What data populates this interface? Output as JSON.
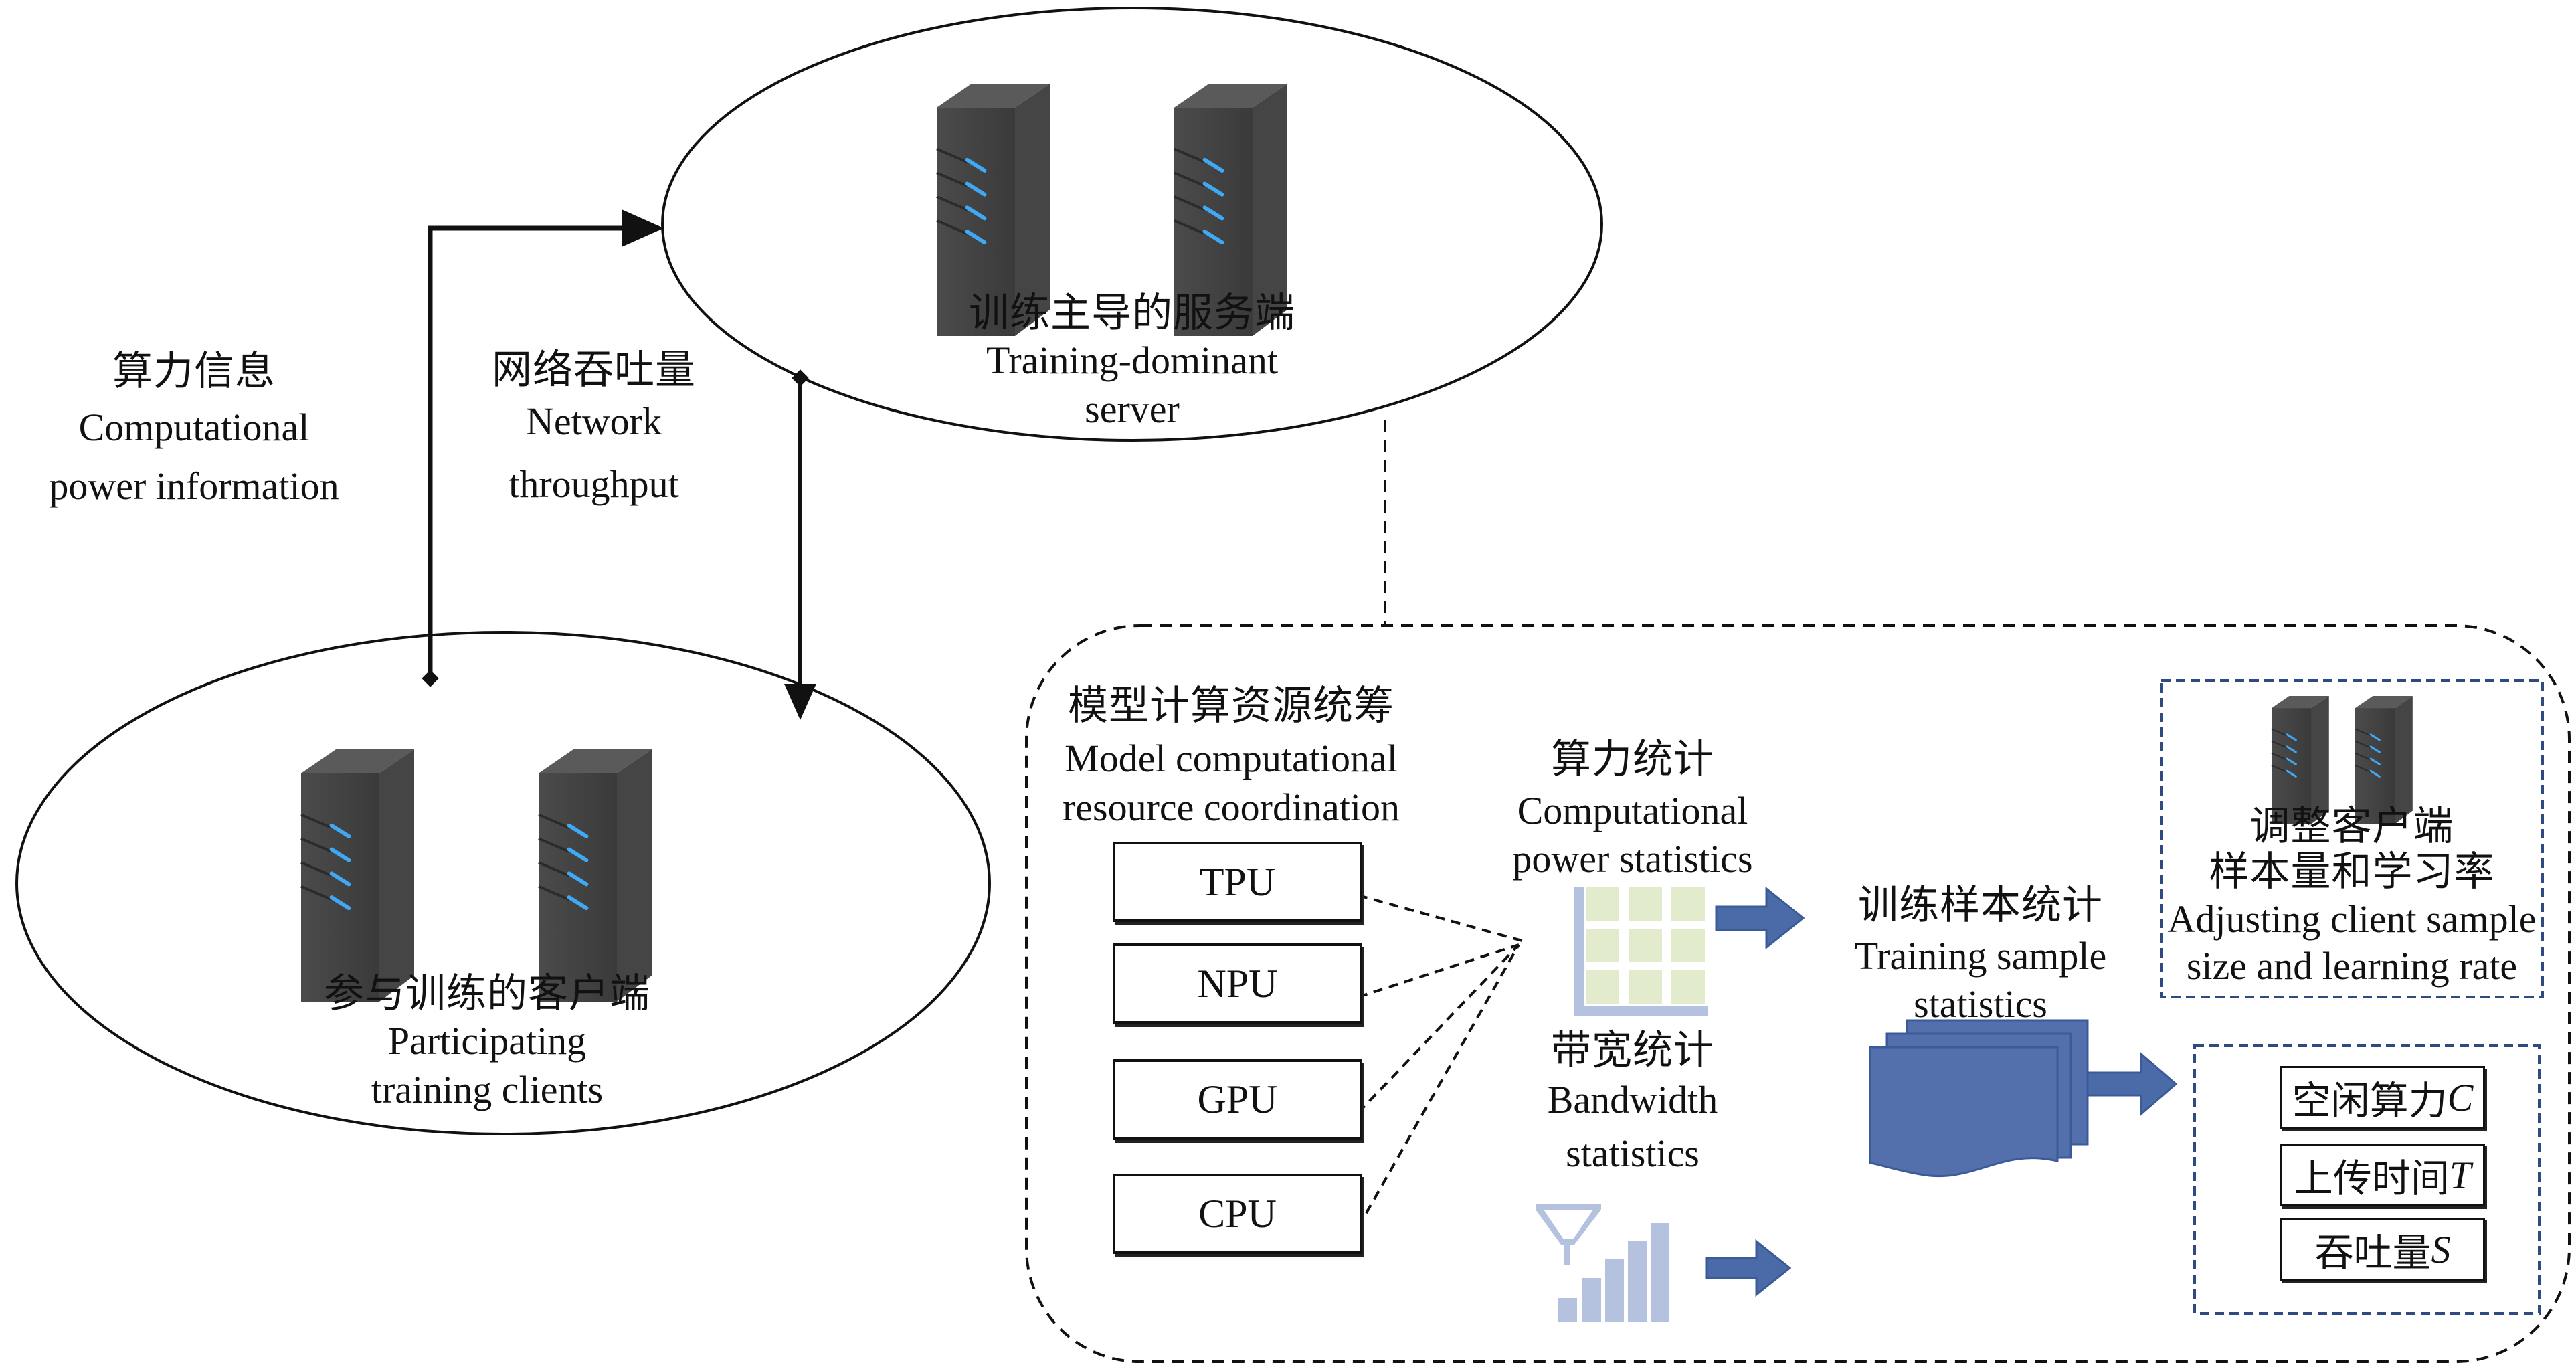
{
  "server": {
    "label_zh": "训练主导的服务端",
    "label_en_1": "Training-dominant",
    "label_en_2": "server",
    "icon": "server-tower-icon"
  },
  "clients": {
    "label_zh": "参与训练的客户端",
    "label_en_1": "Participating",
    "label_en_2": "training clients",
    "icon": "server-tower-icon"
  },
  "connectors": {
    "compute_info": {
      "zh": "算力信息",
      "en_1": "Computational",
      "en_2": "power information"
    },
    "throughput": {
      "zh": "网络吞吐量",
      "en_1": "Network",
      "en_2": "throughput"
    }
  },
  "panel": {
    "coordination": {
      "zh": "模型计算资源统筹",
      "en_1": "Model computational",
      "en_2": "resource coordination"
    },
    "resources": [
      "TPU",
      "NPU",
      "GPU",
      "CPU"
    ],
    "compute_stats": {
      "zh": "算力统计",
      "en_1": "Computational",
      "en_2": "power statistics",
      "icon": "grid-matrix-icon"
    },
    "bandwidth_stats": {
      "zh": "带宽统计",
      "en_1": "Bandwidth",
      "en_2": "statistics",
      "icon": "signal-antenna-icon"
    },
    "sample_stats": {
      "zh": "训练样本统计",
      "en_1": "Training sample",
      "en_2": "statistics",
      "icon": "document-stack-icon"
    },
    "adjust": {
      "zh_1": "调整客户端",
      "zh_2": "样本量和学习率",
      "en_1": "Adjusting client sample",
      "en_2": "size and learning rate"
    },
    "metrics": [
      {
        "zh": "空闲算力",
        "var": "C"
      },
      {
        "zh": "上传时间",
        "var": "T"
      },
      {
        "zh": "吞吐量",
        "var": "S"
      }
    ]
  },
  "colors": {
    "line": "#111111",
    "server_body": "#4a4a4a",
    "server_led": "#3fa9f5",
    "arrow_blue": "#4a6aa8",
    "grid_cell": "#e2eccd",
    "icon_light_blue": "#b4c2e0",
    "doc_blue": "#5470ac",
    "dash_blue": "#2f4a80"
  }
}
